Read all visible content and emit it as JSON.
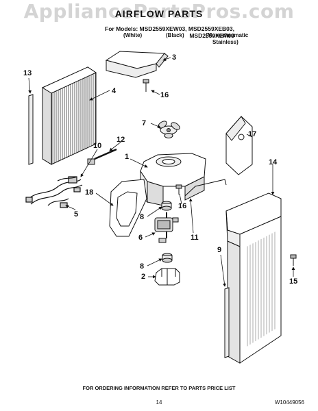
{
  "watermark": "AppliancePartsPros.com",
  "title": "AIRFLOW PARTS",
  "models_line": "For Models: MSD2559XEW03, MSD2559XEB03, MSD2559XEM03",
  "variants": [
    "(White)",
    "(Black)",
    "(Monochromatic",
    "Stainless)"
  ],
  "callouts": {
    "c1": "1",
    "c2": "2",
    "c3": "3",
    "c4": "4",
    "c5": "5",
    "c6": "6",
    "c7": "7",
    "c8a": "8",
    "c8b": "8",
    "c9": "9",
    "c10": "10",
    "c11": "11",
    "c12": "12",
    "c13": "13",
    "c14": "14",
    "c15": "15",
    "c16a": "16",
    "c16b": "16",
    "c17": "17",
    "c18": "18"
  },
  "footer": "FOR ORDERING INFORMATION REFER TO PARTS PRICE LIST",
  "page_number": "14",
  "part_code": "W10449056"
}
